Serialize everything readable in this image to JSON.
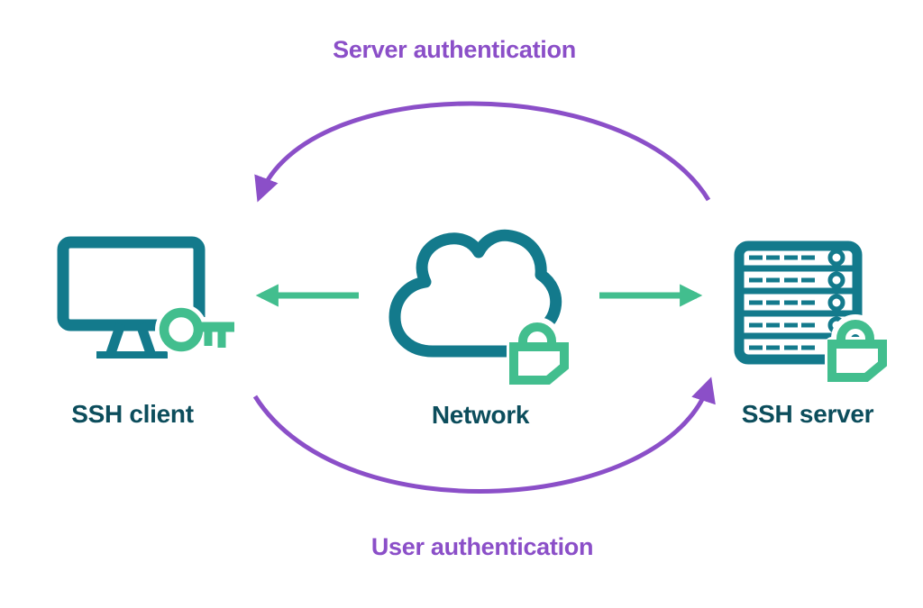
{
  "diagram": {
    "nodes": [
      {
        "id": "ssh-client",
        "label": "SSH client",
        "icon": "monitor-with-key-icon"
      },
      {
        "id": "network",
        "label": "Network",
        "icon": "cloud-with-lock-icon"
      },
      {
        "id": "ssh-server",
        "label": "SSH server",
        "icon": "server-rack-with-lock-icon"
      }
    ],
    "flows": [
      {
        "label": "Server authentication",
        "from": "SSH server",
        "to": "SSH client",
        "shape": "curved-arc-top"
      },
      {
        "label": "User authentication",
        "from": "SSH client",
        "to": "SSH server",
        "shape": "curved-arc-bottom"
      },
      {
        "from": "Network",
        "to": "SSH client",
        "shape": "straight-arrow-left"
      },
      {
        "from": "Network",
        "to": "SSH server",
        "shape": "straight-arrow-right"
      }
    ]
  },
  "colors": {
    "teal": "#137A8C",
    "green": "#42BE8E",
    "purple": "#8B4FC8",
    "label": "#0C4D5C",
    "background": "#FFFFFF"
  }
}
